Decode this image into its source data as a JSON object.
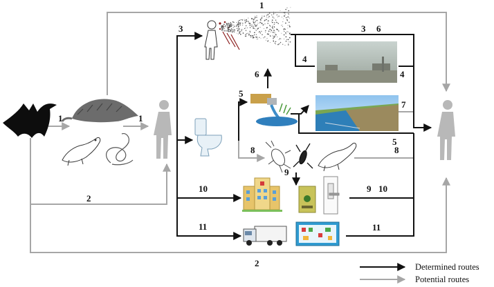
{
  "route_labels": {
    "r1_top": "1",
    "r1_left": "1",
    "r1_mid": "1",
    "r2_mid": "2",
    "r2_bottom": "2",
    "r3_left": "3",
    "r3_right": "3",
    "r6_top": "6",
    "r6_up": "6",
    "r4_left": "4",
    "r4_right": "4",
    "r5_left": "5",
    "r5_right": "5",
    "r7": "7",
    "r8_left": "8",
    "r8_right": "8",
    "r9_center": "9",
    "r9_right": "9",
    "r10_left": "10",
    "r10_right": "10",
    "r11_left": "11",
    "r11_right": "11"
  },
  "legend": {
    "determined": "Determined routes",
    "potential": "Potential routes"
  },
  "colors": {
    "determined": "#111111",
    "potential": "#a6a6a6",
    "person": "#b8b8b8"
  }
}
